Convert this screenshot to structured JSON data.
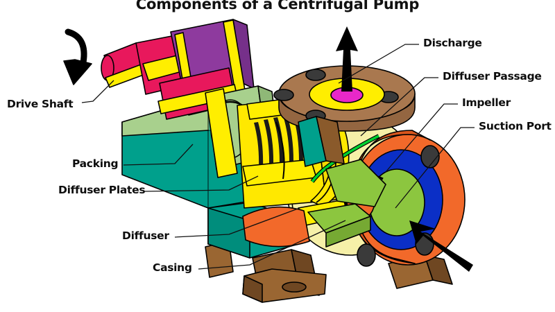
{
  "title": "Components of a Centrifugal Pump",
  "diagram": {
    "type": "cutaway-technical-illustration",
    "subject": "centrifugal pump",
    "view": "isometric cutaway, shaft at left, suction flange at right, discharge flange on top"
  },
  "labels": {
    "drive_shaft": "Drive Shaft",
    "packing": "Packing",
    "diffuser_plates": "Diffuser Plates",
    "diffuser": "Diffuser",
    "casing": "Casing",
    "discharge": "Discharge",
    "diffuser_passage": "Diffuser Passage",
    "impeller": "Impeller",
    "suction_port": "Suction Port"
  },
  "arrows": {
    "rotation": "curved rotation arrow at drive shaft",
    "discharge_flow": "straight black arrow pointing up out of discharge flange",
    "suction_flow": "straight black arrow pointing into suction port"
  },
  "colors": {
    "shaft_crimson": "#e8185c",
    "keyway_yellow": "#ffee00",
    "motor_purple": "#8e3a9e",
    "casing_teal": "#00a08c",
    "casing_lightgreen": "#a8d08d",
    "diffuser_yellow": "#ffe800",
    "flange_brown": "#a9784f",
    "base_brown": "#8a5a2b",
    "impeller_orange": "#f2692a",
    "impeller_blue": "#0b2fc6",
    "hub_green": "#8cc63f",
    "body_cream": "#f6f0a8",
    "hole_dark": "#3a3a3a",
    "magenta_bore": "#e828c8",
    "outline": "#000000"
  }
}
